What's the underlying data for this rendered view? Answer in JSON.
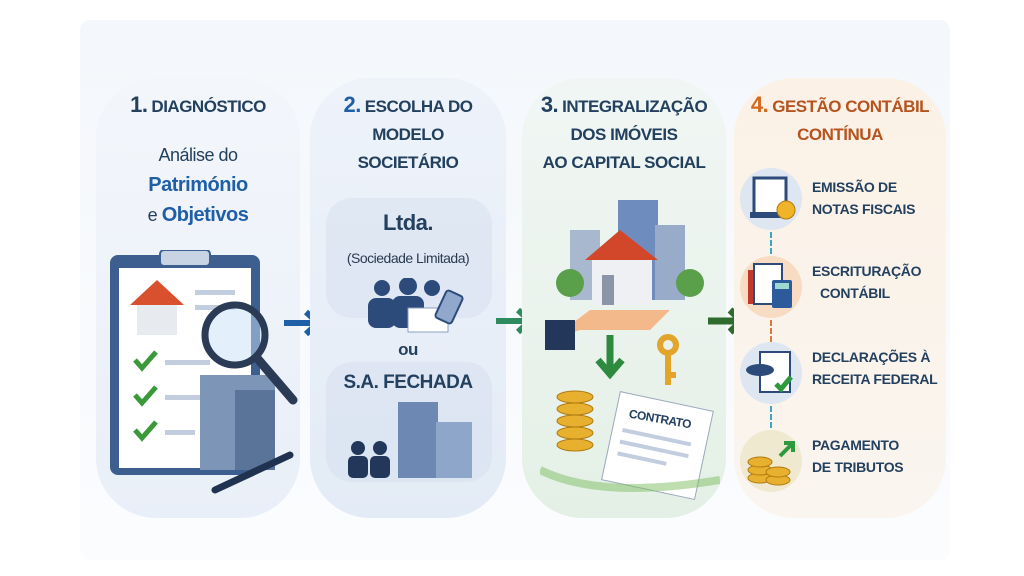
{
  "steps": [
    {
      "number": "1.",
      "title": "DIAGNÓSTICO",
      "subtitle_1": "Análise do",
      "subtitle_2": "Património",
      "subtitle_3": "e",
      "subtitle_4": "Objetivos"
    },
    {
      "number": "2.",
      "title_1": "ESCOLHA DO",
      "title_2": "MODELO",
      "title_3": "SOCIETÁRIO",
      "option_1": "Ltda.",
      "option_1_desc": "(Sociedade Limitada)",
      "or": "ou",
      "option_2": "S.A. FECHADA"
    },
    {
      "number": "3.",
      "title_1": "INTEGRALIZAÇÃO",
      "title_2": "DOS IMÓVEIS",
      "title_3": "AO CAPITAL SOCIAL",
      "contract_label": "CONTRATO"
    },
    {
      "number": "4.",
      "title_1": "GESTÃO CONTÁBIL",
      "title_2": "CONTÍNUA",
      "items": [
        {
          "line_1": "EMISSÃO DE",
          "line_2": "NOTAS FISCAIS",
          "icon": "invoice-icon"
        },
        {
          "line_1": "ESCRITURAÇÃO",
          "line_2": "CONTÁBIL",
          "icon": "calculator-icon"
        },
        {
          "line_1": "DECLARAÇÕES À",
          "line_2": "RECEITA FEDERAL",
          "icon": "declaration-icon"
        },
        {
          "line_1": "PAGAMENTO",
          "line_2": "DE TRIBUTOS",
          "icon": "coins-icon"
        }
      ]
    }
  ],
  "colors": {
    "navy": "#23405f",
    "blue": "#1f5fa8",
    "green": "#2e7d4f",
    "orange": "#d2691e"
  }
}
